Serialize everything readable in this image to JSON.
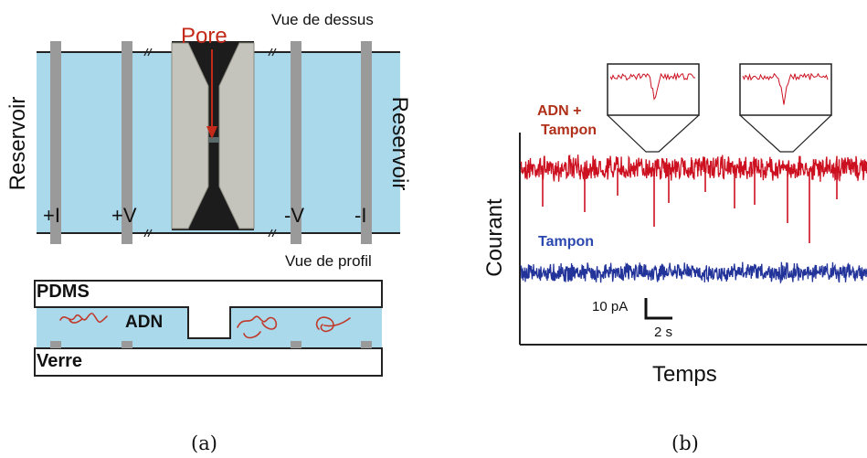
{
  "figure_a": {
    "top_view_label": "Vue de dessus",
    "side_view_label": "Vue de profil",
    "pore_label": "Pore",
    "reservoir_left": "Reservoir",
    "reservoir_right": "Reservoir",
    "electrodes": [
      "+I",
      "+V",
      "-V",
      "-I"
    ],
    "side": {
      "top_layer": "PDMS",
      "bottom_layer": "Verre",
      "molecule_label": "ADN"
    },
    "caption": "(a)"
  },
  "figure_b": {
    "upper_trace_label_line1": "ADN +",
    "upper_trace_label_line2": "Tampon",
    "lower_trace_label": "Tampon",
    "y_axis_label": "Courant",
    "x_axis_label": "Temps",
    "scalebar_current": "10 pA",
    "scalebar_time": "2 s",
    "colors": {
      "upper_trace": "#cc1020",
      "lower_trace": "#22339a",
      "upper_label": "#b0301a",
      "lower_label": "#2a48b0"
    },
    "caption": "(b)"
  }
}
